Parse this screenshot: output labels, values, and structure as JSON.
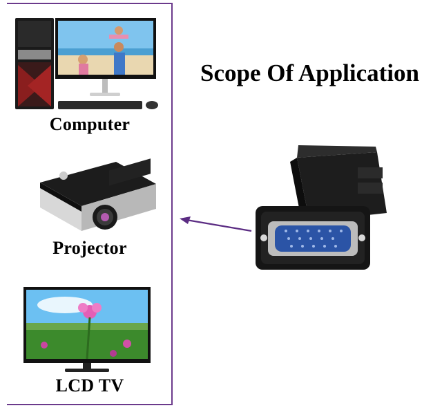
{
  "heading": "Scope Of Application",
  "devices": [
    {
      "label": "Computer",
      "icon": "computer-icon"
    },
    {
      "label": "Projector",
      "icon": "projector-icon"
    },
    {
      "label": "LCD TV",
      "icon": "lcd-tv-icon"
    }
  ],
  "product": {
    "icon": "vga-adapter-icon"
  },
  "arrow": {
    "icon": "arrow-left-icon",
    "color": "#5b2c83"
  },
  "colors": {
    "panel_border": "#6b3a8c",
    "vga_port": "#2b54a6"
  }
}
